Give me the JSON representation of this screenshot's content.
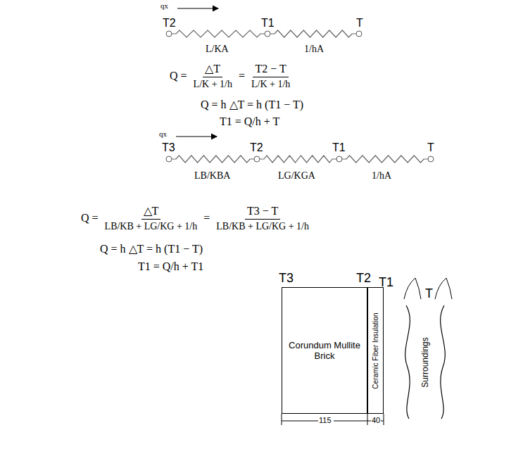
{
  "diagram": {
    "nodes": [
      {
        "text": [
          "Corundum Mullite Brick"
        ]
      },
      {
        "text": [
          "Ceramic Fiber Insulation"
        ]
      },
      {
        "text": [
          "Surroundings"
        ]
      }
    ],
    "labels": [
      "qx",
      "T2",
      "T1",
      "T",
      "L/KA",
      "1/hA",
      "Q =",
      "△T",
      "L/K + 1/h",
      "=",
      "T2 − T",
      "L/K + 1/h",
      "Q = h △T = h (T1 − T)",
      "T1 = Q/h + T",
      "qx",
      "T3",
      "T2",
      "T1",
      "T",
      "LB/KBA",
      "LG/KGA",
      "1/hA",
      "Q =",
      "△T",
      "LB/KB + LG/KG + 1/h",
      "=",
      "T3 − T",
      "LB/KB + LG/KG + 1/h",
      "Q = h △T = h (T1 − T)",
      "T1 = Q/h + T1",
      "T3",
      "T2",
      "T1",
      "T",
      "115",
      "40"
    ]
  }
}
